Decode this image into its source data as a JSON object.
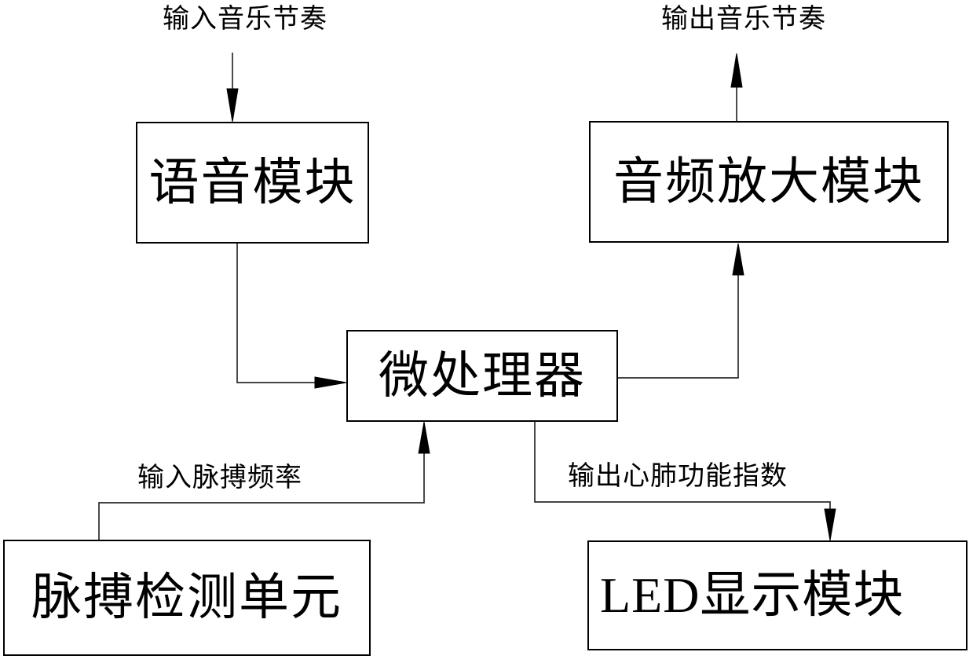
{
  "diagram": {
    "boxes": [
      {
        "id": "voice-module",
        "label": "语音模块"
      },
      {
        "id": "audio-amplifier-module",
        "label": "音频放大模块"
      },
      {
        "id": "microprocessor",
        "label": "微处理器"
      },
      {
        "id": "pulse-detection-unit",
        "label": "脉搏检测单元"
      },
      {
        "id": "led-display-module",
        "label": "LED显示模块"
      }
    ],
    "annotations": [
      {
        "id": "input-music-rhythm",
        "label": "输入音乐节奏"
      },
      {
        "id": "output-music-rhythm",
        "label": "输出音乐节奏"
      },
      {
        "id": "input-pulse-rate",
        "label": "输入脉搏频率"
      },
      {
        "id": "output-cardiopulmonary-index",
        "label": "输出心肺功能指数"
      }
    ],
    "colors": {
      "background": "#ffffff",
      "box_border": "#000000",
      "line": "#2b2b2b",
      "text": "#000000"
    }
  }
}
